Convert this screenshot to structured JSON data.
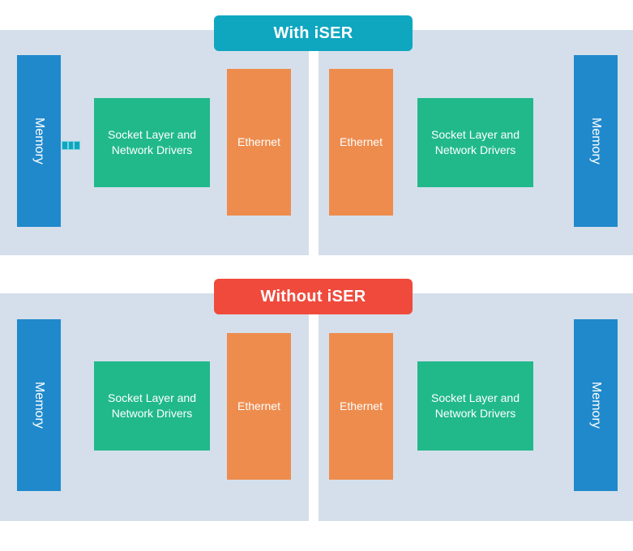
{
  "diagram": {
    "title_with": "With iSER",
    "title_without": "Without iSER",
    "colors": {
      "background": "#ffffff",
      "panel": "#d5dfeb",
      "memory": "#2089cc",
      "socket_layer": "#21b98a",
      "ethernet": "#ee8c4e",
      "banner_with": "#0fa6c0",
      "banner_without": "#ef4a3c",
      "connector": "#0fa6c0",
      "text": "#ffffff"
    }
  },
  "sections": [
    {
      "id": "with-iser",
      "banner_label": "With iSER",
      "banner_color": "#0fa6c0",
      "left_half": {
        "memory_label": "Memory",
        "socket_label": "Socket Layer and Network Drivers",
        "ethernet_label": "Ethernet",
        "has_connector": true
      },
      "right_half": {
        "ethernet_label": "Ethernet",
        "socket_label": "Socket Layer and Network Drivers",
        "memory_label": "Memory",
        "has_connector": false
      }
    },
    {
      "id": "without-iser",
      "banner_label": "Without iSER",
      "banner_color": "#ef4a3c",
      "left_half": {
        "memory_label": "Memory",
        "socket_label": "Socket Layer and Network Drivers",
        "ethernet_label": "Ethernet",
        "has_connector": false
      },
      "right_half": {
        "ethernet_label": "Ethernet",
        "socket_label": "Socket Layer and Network Drivers",
        "memory_label": "Memory",
        "has_connector": false
      }
    }
  ]
}
